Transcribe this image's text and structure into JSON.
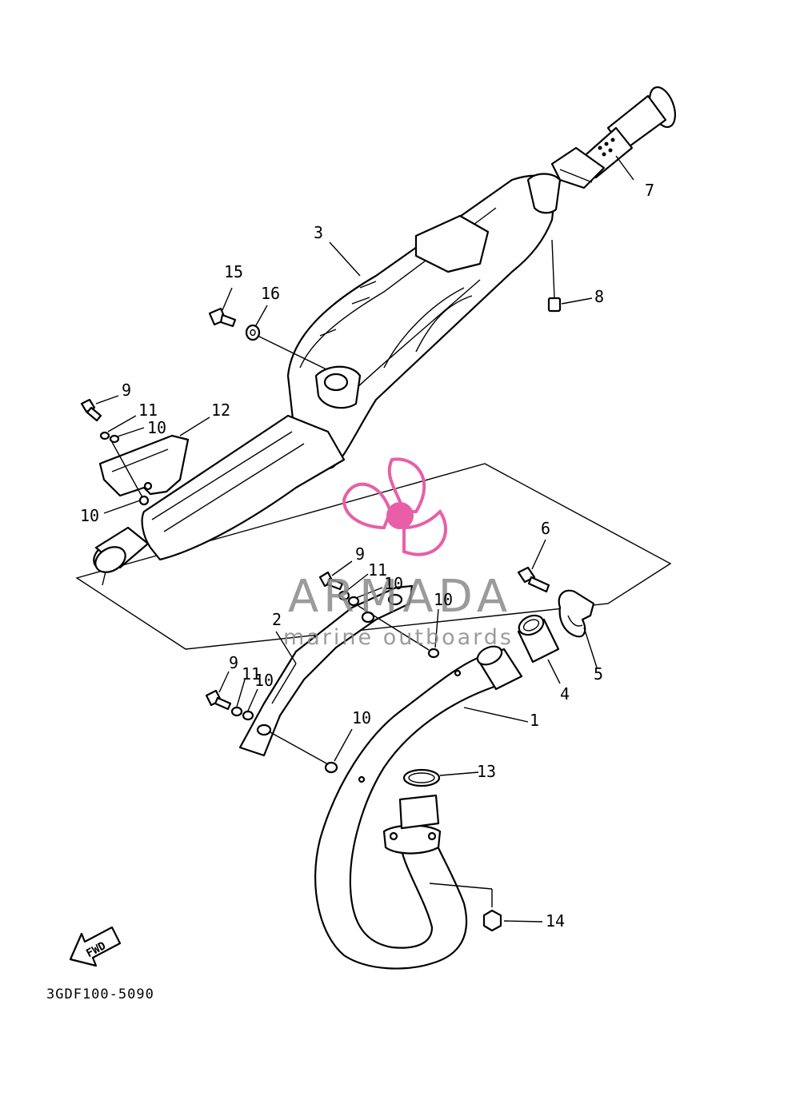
{
  "diagram_code": "3GDF100-5090",
  "fwd_label": "FWD",
  "watermark": {
    "brand": "ARMADA",
    "tagline": "marine outboards",
    "accent_color": "#e85fa8"
  },
  "callouts": {
    "p1": "1",
    "p2": "2",
    "p3": "3",
    "p4": "4",
    "p5": "5",
    "p6": "6",
    "p7": "7",
    "p8": "8",
    "p9a": "9",
    "p9b": "9",
    "p9c": "9",
    "p10a": "10",
    "p10b": "10",
    "p10c": "10",
    "p10d": "10",
    "p10e": "10",
    "p10f": "10",
    "p11a": "11",
    "p11b": "11",
    "p11c": "11",
    "p12": "12",
    "p13": "13",
    "p14": "14",
    "p15": "15",
    "p16": "16"
  }
}
